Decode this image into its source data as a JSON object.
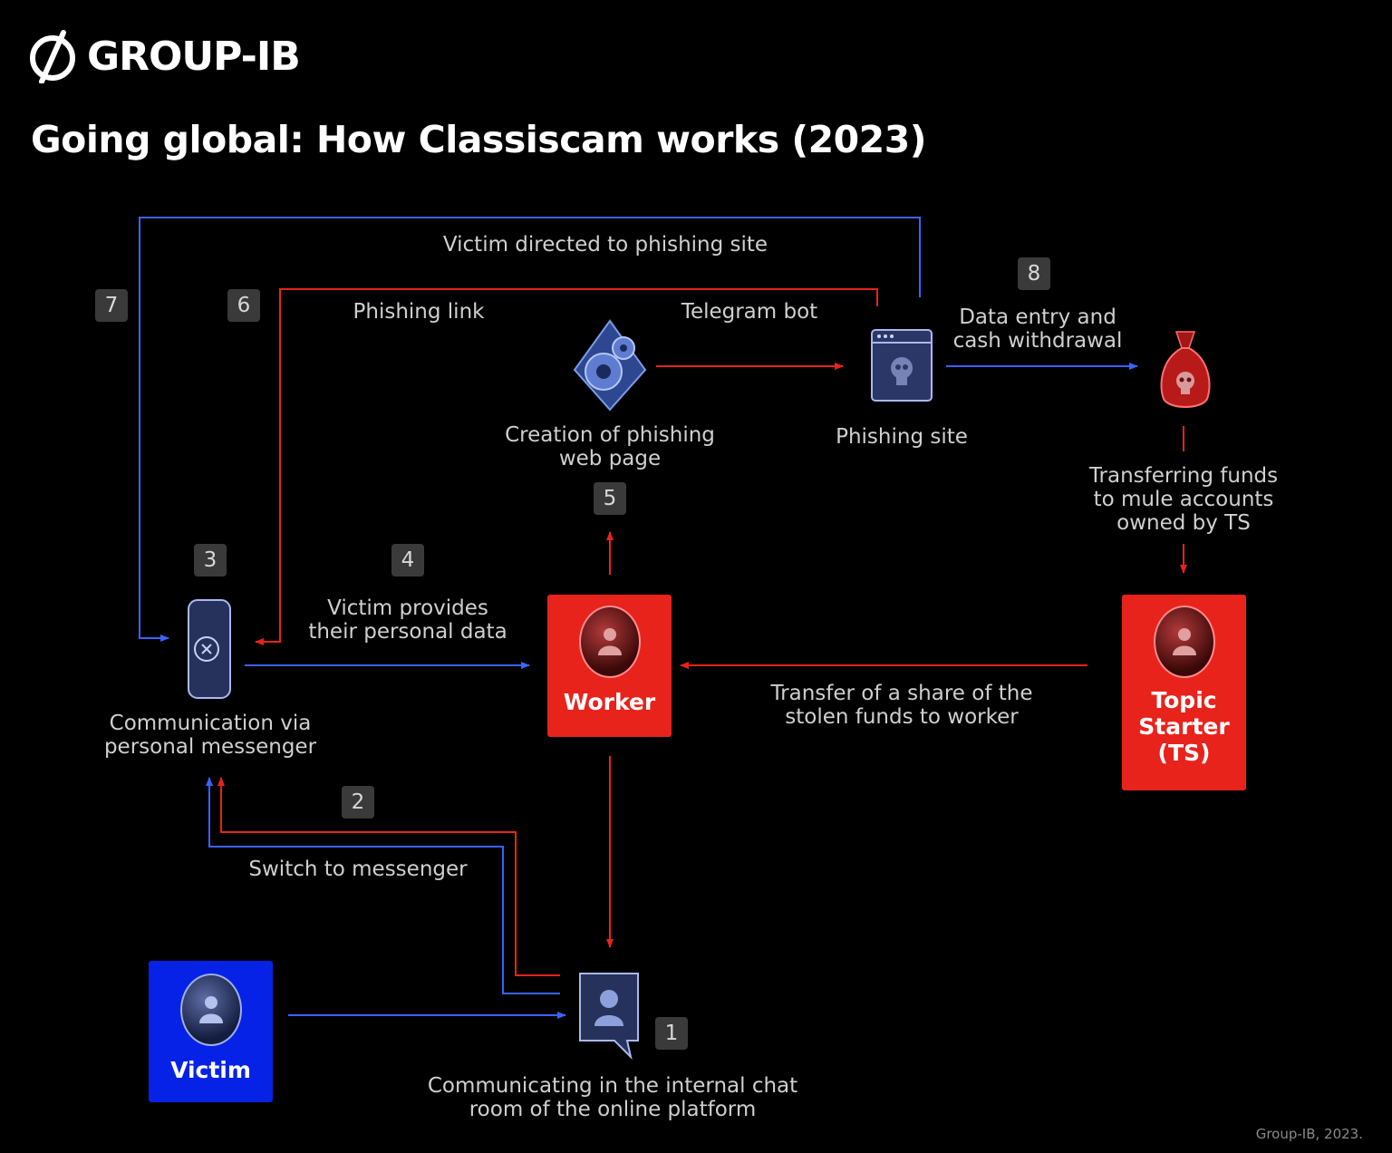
{
  "brand": {
    "name": "GROUP-IB"
  },
  "title": "Going global: How Classiscam works (2023)",
  "footer": "Group-IB, 2023.",
  "colors": {
    "red": "#e8231c",
    "blue": "#0622e6",
    "arrow_red": "#e8231c",
    "arrow_blue": "#3b62ff",
    "badge": "#3a3a3a"
  },
  "icons": [
    "gear-page-icon",
    "phishing-site-icon",
    "money-bag-skull-icon",
    "phone-messenger-icon",
    "chat-bubble-user-icon"
  ],
  "nodes": {
    "worker": {
      "label": "Worker"
    },
    "topic_starter": {
      "label_lines": [
        "Topic",
        "Starter",
        "(TS)"
      ]
    },
    "victim": {
      "label": "Victim"
    },
    "messenger": {
      "lines": [
        "Communication via",
        "personal messenger"
      ]
    },
    "phishing_page": {
      "lines": [
        "Creation of phishing",
        "web page"
      ]
    },
    "phishing_site": {
      "label": "Phishing site"
    },
    "chat_room": {
      "lines": [
        "Communicating in the internal chat",
        "room of the online platform"
      ]
    }
  },
  "labels": {
    "victim_directed": "Victim directed to phishing site",
    "phishing_link": "Phishing link",
    "telegram_bot": "Telegram bot",
    "data_entry": [
      "Data entry and",
      "cash withdrawal"
    ],
    "transferring": [
      "Transferring funds",
      "to mule accounts",
      "owned by TS"
    ],
    "victim_provides": [
      "Victim provides",
      "their personal data"
    ],
    "transfer_share": [
      "Transfer of a share of the",
      "stolen funds to worker"
    ],
    "switch": "Switch to messenger"
  },
  "steps": [
    "1",
    "2",
    "3",
    "4",
    "5",
    "6",
    "7",
    "8"
  ]
}
